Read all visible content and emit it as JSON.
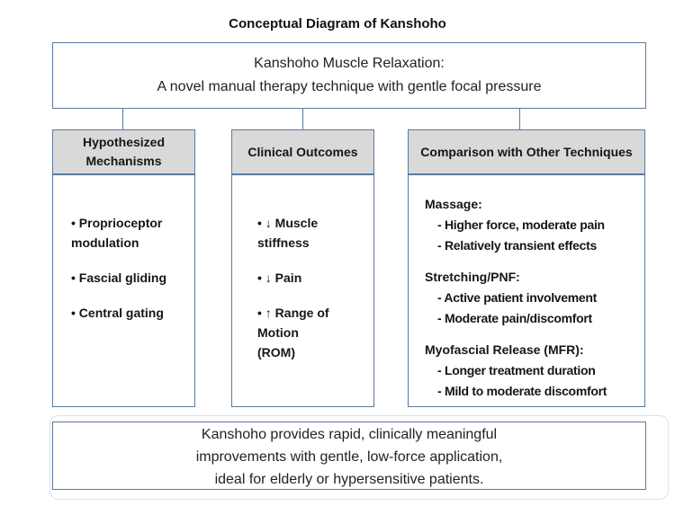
{
  "title": "Conceptual Diagram of Kanshoho",
  "top_box": {
    "text": "Kanshoho Muscle Relaxation:\nA novel manual therapy technique with gentle focal pressure"
  },
  "columns": [
    {
      "header": "Hypothesized Mechanisms",
      "items": [
        "• Proprioceptor\nmodulation",
        "• Fascial gliding",
        "• Central gating"
      ]
    },
    {
      "header": "Clinical Outcomes",
      "items": [
        "• ↓ Muscle\nstiffness",
        "• ↓ Pain",
        "• ↑ Range of\nMotion\n(ROM)"
      ]
    },
    {
      "header": "Comparison with Other Techniques",
      "groups": [
        {
          "title": "Massage:",
          "points": [
            "- Higher force, moderate pain",
            "- Relatively transient effects"
          ]
        },
        {
          "title": "Stretching/PNF:",
          "points": [
            "- Active patient involvement",
            "- Moderate pain/discomfort"
          ]
        },
        {
          "title": "Myofascial Release (MFR):",
          "points": [
            "- Longer treatment duration",
            "- Mild to moderate discomfort"
          ]
        }
      ]
    }
  ],
  "bottom_box": {
    "text": "Kanshoho provides rapid, clinically meaningful\nimprovements with gentle, low-force application,\nideal for elderly or hypersensitive patients."
  },
  "colors": {
    "border": "#5a7a9c",
    "header_fill": "#d9d9d9",
    "text": "#1b1b1b",
    "ghost_outline": "#e2e2e6",
    "background": "#ffffff"
  }
}
